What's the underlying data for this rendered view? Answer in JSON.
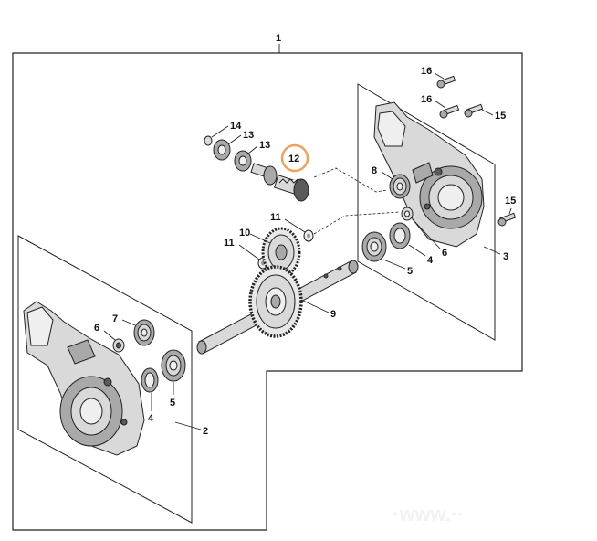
{
  "diagram": {
    "labels": {
      "assembly": "1",
      "housing_left": "2",
      "housing_right": "3",
      "ring_4_left": "4",
      "bearing_5_left": "5",
      "ring_4_right": "4",
      "bearing_5_right": "5",
      "bearing_6_left": "6",
      "bearing_6_right": "6",
      "bearing_7": "7",
      "bearing_8": "8",
      "shaft_9": "9",
      "gear_10": "10",
      "washer_11_left": "11",
      "washer_11_top": "11",
      "pinion_12": "12",
      "ring_13_a": "13",
      "ring_13_b": "13",
      "clip_14": "14",
      "screw_15_top": "15",
      "screw_15_right": "15",
      "screw_16_top": "16",
      "screw_16_mid": "16"
    },
    "highlight_color": "#f0a060",
    "watermark": "·www.··"
  }
}
